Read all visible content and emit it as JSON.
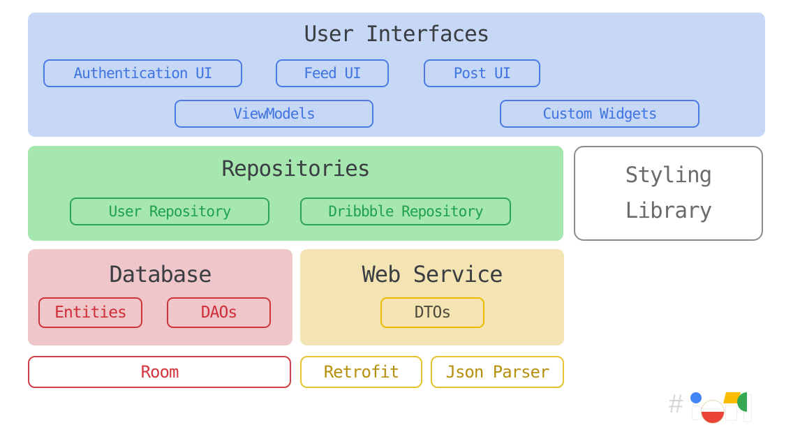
{
  "colors": {
    "ui_section_bg": "#c7d8f7",
    "ui_accent": "#4b7be2",
    "repositories_section_bg": "#a6e7af",
    "repositories_accent": "#2aa653",
    "database_section_bg": "#efc6c9",
    "database_accent": "#cf3439",
    "web_service_section_bg": "#f4e4b3",
    "web_service_accent": "#e9ba00",
    "section_title_text": "#3a3d41",
    "styling_library_border": "#8b8b8b",
    "styling_library_text": "#6b6b6b",
    "gold_text": "#b6900e",
    "red_text": "#d5353f",
    "logo_blue": "#4285f4",
    "logo_red": "#ea4335",
    "logo_yellow": "#fbbc04",
    "logo_green": "#34a853"
  },
  "user_interfaces": {
    "title": "User Interfaces",
    "chips": {
      "authentication_ui": "Authentication UI",
      "feed_ui": "Feed UI",
      "post_ui": "Post UI",
      "viewmodels": "ViewModels",
      "custom_widgets": "Custom Widgets"
    }
  },
  "repositories": {
    "title": "Repositories",
    "chips": {
      "user_repository": "User Repository",
      "dribbble_repository": "Dribbble Repository"
    }
  },
  "styling_library": {
    "line1": "Styling",
    "line2": "Library"
  },
  "database": {
    "title": "Database",
    "chips": {
      "entities": "Entities",
      "daos": "DAOs"
    }
  },
  "web_service": {
    "title": "Web Service",
    "chips": {
      "dtos": "DTOs"
    }
  },
  "libraries": {
    "room": "Room",
    "retrofit": "Retrofit",
    "json_parser": "Json Parser"
  },
  "logo": {
    "hash_glyph": "#"
  }
}
